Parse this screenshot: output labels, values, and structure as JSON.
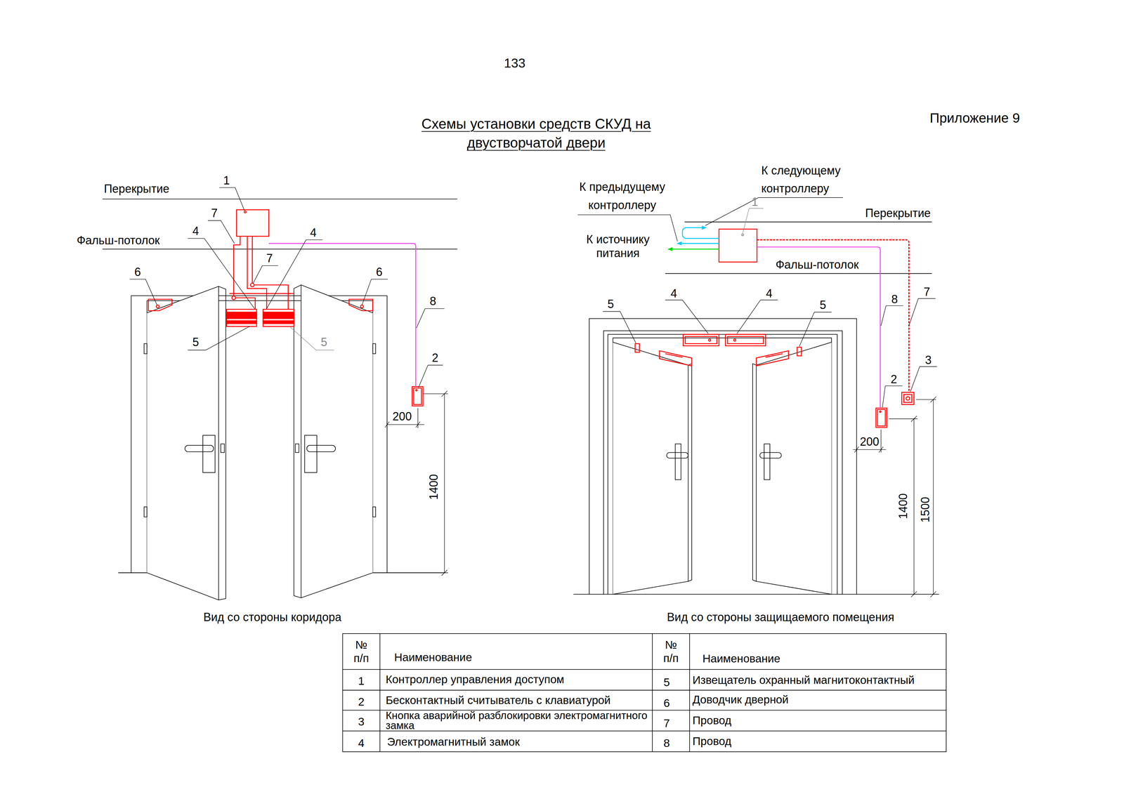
{
  "diagram": {
    "title": "Схемы установки средств СКУД на двустворчатой двери",
    "labels": [
      "133",
      "Приложение 9",
      "Перекрытие",
      "1",
      "7",
      "Фальш-потолок",
      "4",
      "4",
      "7",
      "6",
      "6",
      "8",
      "5",
      "5",
      "2",
      "200",
      "1400",
      "Вид со стороны коридора",
      "К следующему контроллеру",
      "К предыдущему контроллеру",
      "Перекрытие",
      "1",
      "К источнику питания",
      "Фальш-потолок",
      "4",
      "4",
      "5",
      "8",
      "7",
      "5",
      "3",
      "2",
      "200",
      "1400",
      "1500",
      "Вид со стороны защищаемого помещения",
      "№ п/п",
      "Наименование",
      "№ п/п",
      "Наименование",
      "1",
      "Контроллер управления доступом",
      "5",
      "Извещатель охранный магнитоконтактный",
      "2",
      "Бесконтактный считыватель с клавиатурой",
      "6",
      "Доводчик дверной",
      "3",
      "Кнопка аварийной разблокировки электромагнитного замка",
      "7",
      "Провод",
      "4",
      "Электромагнитный замок",
      "8",
      "Провод"
    ]
  }
}
